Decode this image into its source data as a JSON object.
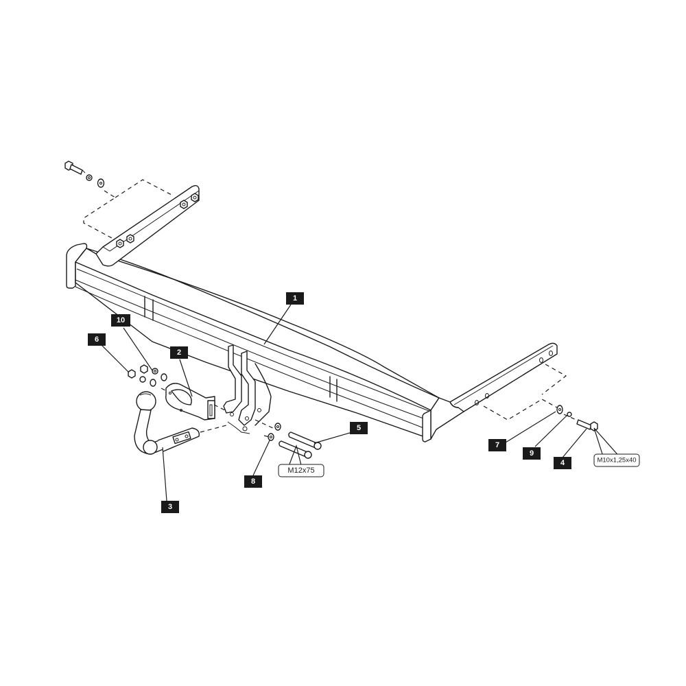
{
  "diagram": {
    "type": "exploded-assembly",
    "subject": "towbar installation",
    "callouts": [
      {
        "id": "1",
        "label": "1"
      },
      {
        "id": "2",
        "label": "2"
      },
      {
        "id": "3",
        "label": "3"
      },
      {
        "id": "4",
        "label": "4"
      },
      {
        "id": "5",
        "label": "5"
      },
      {
        "id": "6",
        "label": "6"
      },
      {
        "id": "7",
        "label": "7"
      },
      {
        "id": "8",
        "label": "8"
      },
      {
        "id": "9",
        "label": "9"
      },
      {
        "id": "10",
        "label": "10"
      }
    ],
    "specs": {
      "bolt_5": "M12x75",
      "bolt_4": "M10x1,25x40"
    },
    "colors": {
      "line": "#1a1a1a",
      "background": "#ffffff",
      "callout_fill": "#1a1a1a",
      "callout_text": "#ffffff"
    }
  }
}
